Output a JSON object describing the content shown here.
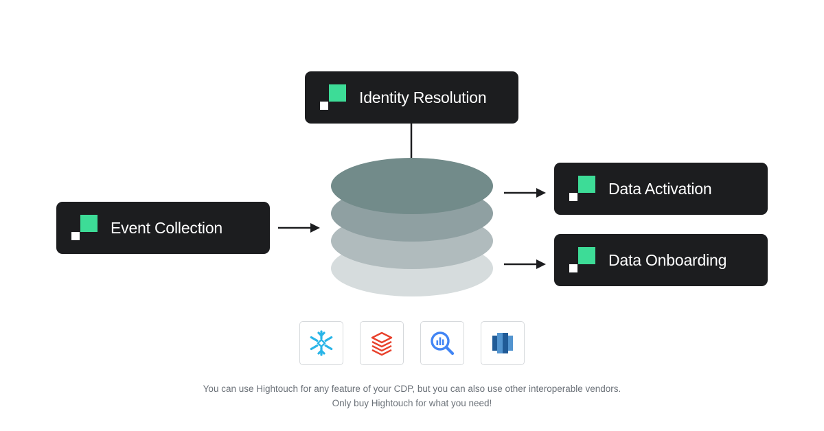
{
  "diagram": {
    "nodes": {
      "identity": {
        "label": "Identity Resolution",
        "icon": "hightouch-logo-icon"
      },
      "event": {
        "label": "Event Collection",
        "icon": "hightouch-logo-icon"
      },
      "activation": {
        "label": "Data Activation",
        "icon": "hightouch-logo-icon"
      },
      "onboarding": {
        "label": "Data Onboarding",
        "icon": "hightouch-logo-icon"
      }
    },
    "warehouse_layer_colors": [
      "#728b8a",
      "#8fa0a2",
      "#b0bbbd",
      "#d6dcdd"
    ],
    "box_color": "#1c1d1f",
    "accent_color": "#3ddc97",
    "vendors": [
      "snowflake-icon",
      "databricks-icon",
      "bigquery-icon",
      "redshift-icon"
    ]
  },
  "caption": {
    "line1": "You can use Hightouch for any feature of your CDP, but you can also use other interoperable vendors.",
    "line2": "Only buy Hightouch for what you need!"
  }
}
